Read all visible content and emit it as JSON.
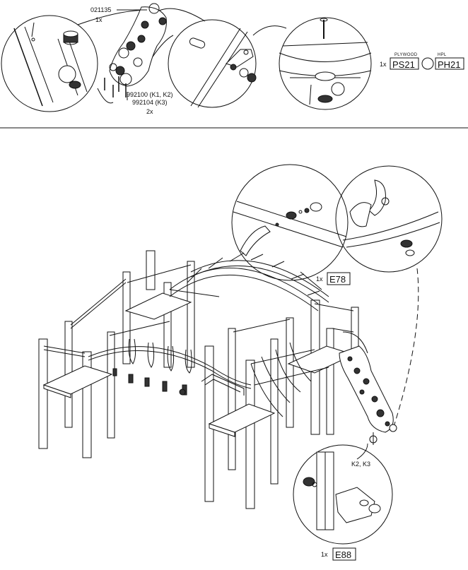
{
  "top": {
    "part_ref_code": "021135",
    "part_ref_qty": "1x",
    "bolt_code_1": "992100 (K1, K2)",
    "bolt_code_2": "992104 (K3)",
    "bolt_qty": "2x",
    "material_qty": "1x",
    "material_a_label": "PLYWOOD",
    "material_a_code": "PS21",
    "material_b_label": "HPL",
    "material_b_code": "PH21"
  },
  "main": {
    "callout_e78_qty": "1x",
    "callout_e78_code": "E78",
    "callout_k_label": "K2, K3",
    "callout_e88_qty": "1x",
    "callout_e88_code": "E88"
  }
}
